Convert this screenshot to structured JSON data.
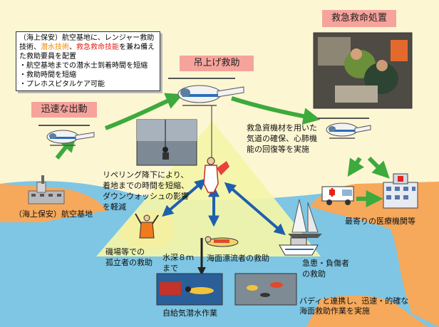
{
  "notes": {
    "line1": "（海上保安）航空基地に、レンジャー救助",
    "line2_a": "技術、",
    "line2_b": "潜水技術",
    "line2_c": "、",
    "line2_d": "救急救命技能",
    "line2_e": "を兼ね備え",
    "line3": "た救助要員を配置",
    "bullets": [
      "・航空基地までの潜水士到着時間を短縮",
      "・救助時間を短縮",
      "・プレホスピタルケア可能"
    ]
  },
  "labels": {
    "quick_dispatch": "迅速な出動",
    "hoist_rescue": "吊上げ救助",
    "emergency_care": "救急救命処置",
    "air_base": "（海上保安）航空基地",
    "nearest_hospital": "最寄りの医療機関等",
    "rappelling": "リペリング降下により、\n着地までの時間を短縮、\nダウンウォッシュの影響\nを軽減",
    "emergency_equipment": "救急資機材を用いた\n気道の確保、心肺機\n能の回復等を実施",
    "isolated_rescue": "磯場等での\n孤立者の救助",
    "water_depth": "水深８ｍ\nまで",
    "drifting_rescue": "海面漂流者の救助",
    "sick_injured": "急患・負傷者\nの救助",
    "buddy_rescue": "バディと連携し、迅速・的確な\n海面救助作業を実施",
    "scuba_work": "自給気潜水作業"
  },
  "colors": {
    "background": "#fdf6d3",
    "sea": "#7ec6e4",
    "land": "#f6a85b",
    "beam": "#f4f5a8",
    "label_box": "#f6a39c",
    "green_arrow": "#3caa3c",
    "blue_arrow": "#1f5fae",
    "highlight_red": "#e0241b",
    "highlight_orange": "#f08a00"
  }
}
